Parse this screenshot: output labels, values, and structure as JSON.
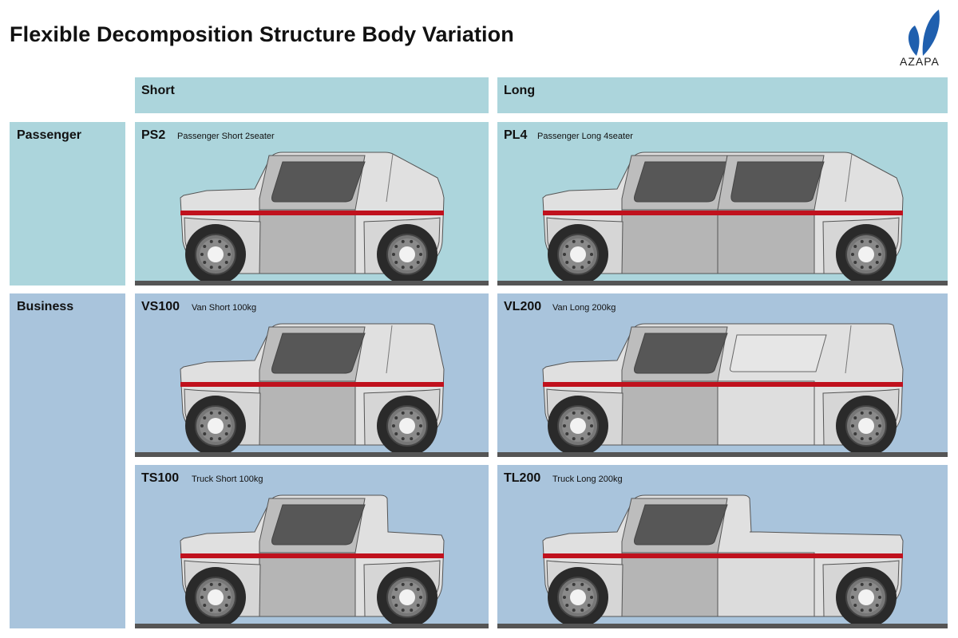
{
  "title": "Flexible Decomposition Structure Body Variation",
  "logo": {
    "icon": "leaf-logo-icon",
    "text": "AZAPA",
    "color": "#1f5fae"
  },
  "columns": [
    {
      "label": "Short"
    },
    {
      "label": "Long"
    }
  ],
  "rows": [
    {
      "label": "Passenger"
    },
    {
      "label": "Business"
    }
  ],
  "cells": {
    "ps2": {
      "code": "PS2",
      "desc": "Passenger Short 2seater"
    },
    "pl4": {
      "code": "PL4",
      "desc": "Passenger Long 4seater"
    },
    "vs100": {
      "code": "VS100",
      "desc": "Van Short 100kg"
    },
    "vl200": {
      "code": "VL200",
      "desc": "Van Long 200kg"
    },
    "ts100": {
      "code": "TS100",
      "desc": "Truck Short 100kg"
    },
    "tl200": {
      "code": "TL200",
      "desc": "Truck Long 200kg"
    }
  },
  "colors": {
    "passenger_bg": "#acd5dc",
    "business_bg": "#a9c4dc",
    "stripe": "#c0111d",
    "body": "#e0e0e0",
    "window": "#575757",
    "tire": "#2a2a2a"
  }
}
